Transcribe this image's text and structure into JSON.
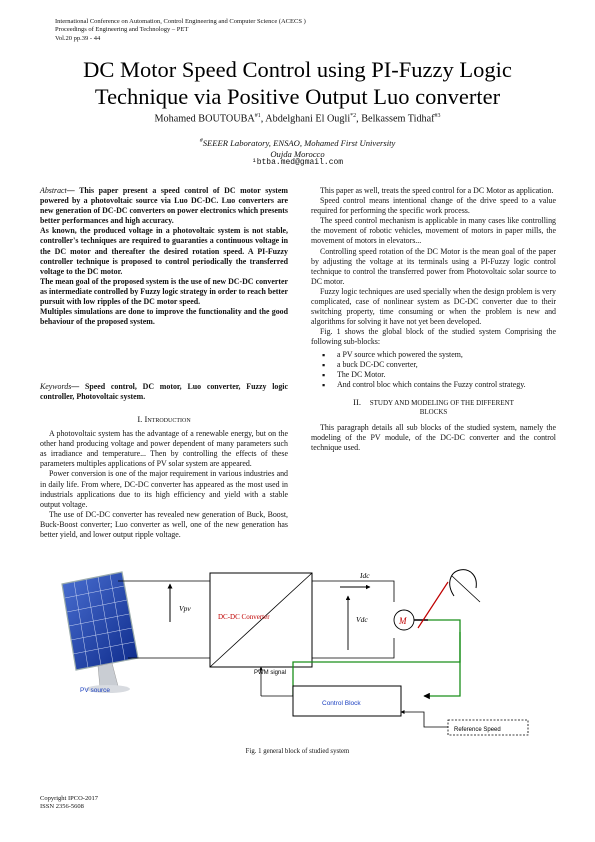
{
  "header": {
    "line1": "International Conference on Automation, Control Engineering and Computer Science (ACECS )",
    "line2": "Proceedings of Engineering and Technology – PET",
    "line3": "Vol.20 pp.39 - 44"
  },
  "title": {
    "line1": "DC Motor Speed Control using PI-Fuzzy Logic",
    "line2": "Technique via Positive Output Luo converter"
  },
  "authors": {
    "a1": "Mohamed BOUTOUBA",
    "a1_sup": "#1",
    "a2": "Abdelghani El Ougli",
    "a2_sup": "*2",
    "a3": "Belkassem Tidhaf",
    "a3_sup": "#3"
  },
  "affiliation": {
    "sup": "#",
    "line1": "SEEER Laboratory, ENSAO, Mohamed First University",
    "line2": "Oujda Morocco",
    "email": "¹btba.med@gmail.com"
  },
  "abstract": {
    "label": "Abstract",
    "p1": "— This paper present a speed control of DC motor system powered by a photovoltaic source via Luo DC-DC. Luo converters are new generation of DC-DC converters on power electronics which presents better performances and high accuracy.",
    "p2": "As known, the produced voltage in a photovoltaic system is not stable, controller's techniques are required to guaranties a continuous voltage in the DC motor and thereafter the desired rotation speed. A PI-Fuzzy controller technique is proposed to control periodically the transferred voltage to the DC motor.",
    "p3": "The mean goal of the proposed system is the use of new DC-DC converter as intermediate controlled by Fuzzy logic strategy in order to reach better pursuit with low ripples of the DC motor speed.",
    "p4": "Multiples simulations are done to improve the functionality and the good behaviour of the proposed system."
  },
  "keywords": {
    "label": "Keywords",
    "text": "— Speed control, DC motor, Luo converter, Fuzzy logic controller, Photovoltaic system."
  },
  "section1": {
    "heading": "I.   Introduction",
    "p1": "A photovoltaic system has the advantage of a renewable energy, but on the other hand producing voltage and power dependent of many parameters such as irradiance and temperature... Then by controlling the effects of these parameters multiples applications of PV solar system are appeared.",
    "p2": "Power conversion is one of the major requirement in various industries and in daily life. From where, DC-DC converter has appeared as the most used in industrials applications due to its high efficiency and yield with a stable output voltage.",
    "p3": "The use of DC-DC converter has revealed new generation of Buck, Boost, Buck-Boost converter; Luo converter as well, one of the new generation has better yield, and lower output ripple voltage.",
    "p4": "This paper as well, treats the speed control for a DC Motor as application.",
    "p5": "Speed control means intentional change of the drive speed to a value required for performing the specific work process.",
    "p6": "The speed control mechanism is applicable in many cases like controlling the movement of robotic vehicles, movement of motors in paper mills, the movement of motors in elevators...",
    "p7": "Controlling speed rotation of the DC Motor is the mean goal of the paper by adjusting the voltage at its terminals using a PI-Fuzzy logic control technique to control the transferred power from Photovoltaic solar source to DC motor.",
    "p8": "Fuzzy logic techniques are used specially when the design problem is very complicated, case of nonlinear system as DC-DC converter due to their switching property, time consuming or when the problem is new and algorithms for solving it have not yet been developed.",
    "p9": "Fig. 1 shows the global block of the studied system Comprising the following sub-blocks:",
    "bullets": [
      "a PV source which powered the system,",
      "a buck DC-DC converter,",
      "The DC Motor.",
      "And control bloc which contains the Fuzzy control strategy."
    ]
  },
  "section2": {
    "heading_num": "II.",
    "heading_line1": "Study and modeling of the different",
    "heading_line2": "blocks",
    "p1": "This paragraph details all sub blocks of the studied system, namely the modeling of the PV module, of the DC-DC converter and the control technique used."
  },
  "figure": {
    "labels": {
      "vpv": "Vpv",
      "converter": "DC-DC Converter",
      "idc": "Idc",
      "vdc": "Vdc",
      "motor": "M",
      "pv_source": "PV source",
      "pwm": "PWM signal",
      "control": "Control  Block",
      "reference": "Reference Speed"
    },
    "caption": "Fig. 1 general block of studied system"
  },
  "footer": {
    "line1": "Copyright IPCO-2017",
    "line2": "ISSN 2356-5608"
  }
}
